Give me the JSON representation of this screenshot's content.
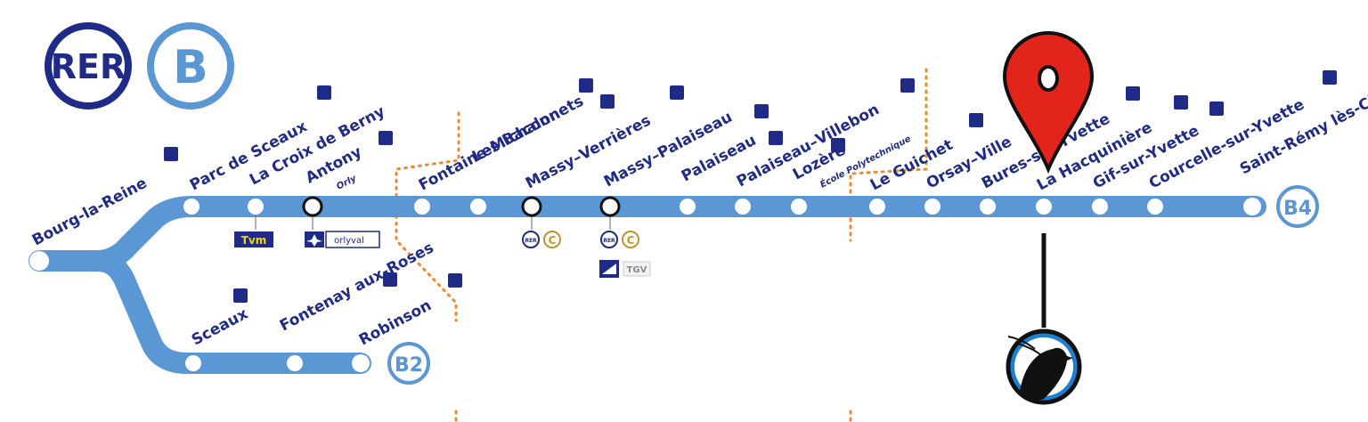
{
  "logo": {
    "rer": "RER",
    "line": "B"
  },
  "colors": {
    "line": "#5b97d4",
    "navy": "#1f2b86",
    "zone": "#f08a2c",
    "pin": "#e3241b",
    "white": "#ffffff",
    "station_dark": "#111111",
    "tvm": "#f5d700",
    "connection": "#c4932f",
    "tgv_bg": "#f2f2f2"
  },
  "stations_top": [
    {
      "name": "Bourg-la-Reine",
      "accessible": true
    },
    {
      "name": "Parc de Sceaux",
      "accessible": true
    },
    {
      "name": "La Croix de Berny",
      "accessible": true
    },
    {
      "name": "Antony",
      "accessible": true,
      "sub": "Orly",
      "interchange": true
    },
    {
      "name": "Fontaine-Michalon",
      "accessible": true
    },
    {
      "name": "Les Baconnets",
      "accessible": true
    },
    {
      "name": "Massy–Verrières",
      "accessible": true,
      "interchange": true
    },
    {
      "name": "Massy–Palaiseau",
      "accessible": true,
      "interchange": true
    },
    {
      "name": "Palaiseau",
      "accessible": true
    },
    {
      "name": "Palaiseau–Villebon",
      "accessible": true
    },
    {
      "name": "Lozère",
      "accessible": true,
      "sub": "École Polytechnique"
    },
    {
      "name": "Le Guichet",
      "accessible": true
    },
    {
      "name": "Orsay–Ville",
      "accessible": true
    },
    {
      "name": "Bures-sur-Yvette",
      "accessible": true
    },
    {
      "name": "La Hacquinière",
      "accessible": true
    },
    {
      "name": "Gif-sur-Yvette",
      "accessible": true
    },
    {
      "name": "Courcelle-sur-Yvette",
      "accessible": true
    },
    {
      "name": "Saint-Rémy lès-Chevreuse",
      "accessible": true
    }
  ],
  "stations_bottom": [
    {
      "name": "Sceaux",
      "accessible": true
    },
    {
      "name": "Fontenay aux-Roses",
      "accessible": true
    },
    {
      "name": "Robinson",
      "accessible": true
    }
  ],
  "branch_badges": {
    "top": "B4",
    "bottom": "B2"
  },
  "connections": {
    "tvm": "Tvm",
    "orlyval": "orlyval",
    "rer_small": "RER",
    "c_line": "C",
    "tgv": "TGV"
  },
  "pin": {
    "label": "location-pin",
    "station": "La Hacquinière"
  }
}
